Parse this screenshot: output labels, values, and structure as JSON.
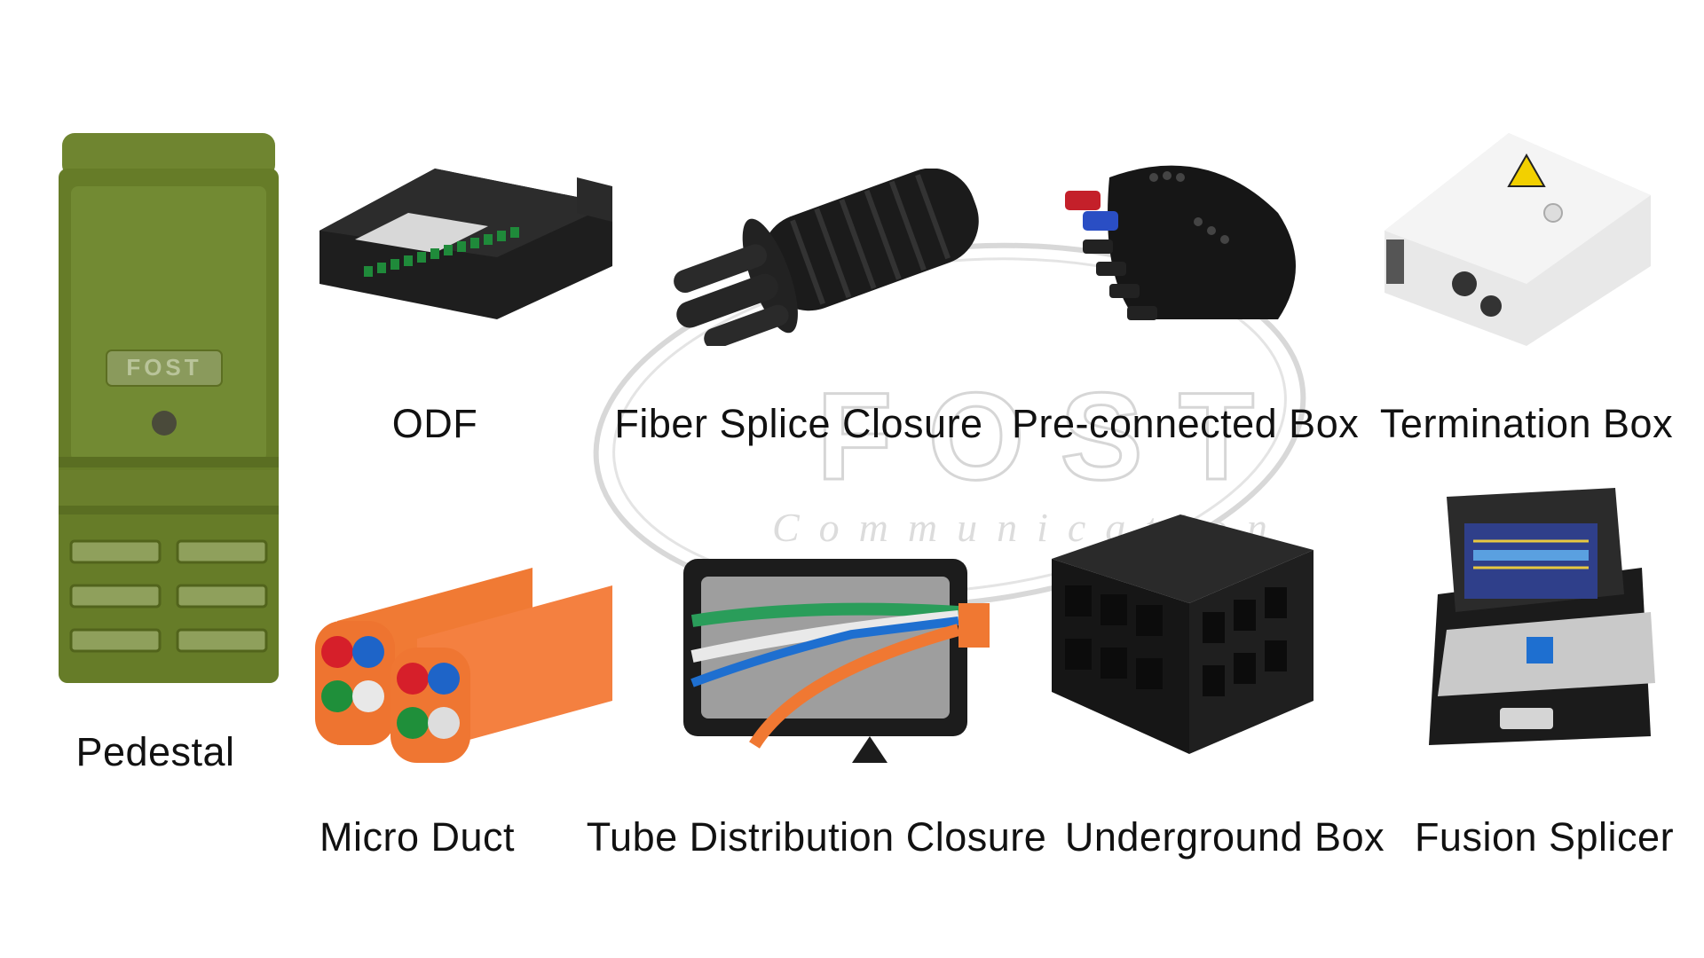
{
  "products": {
    "pedestal": {
      "label": "Pedestal",
      "image_text": "FOST"
    },
    "odf": {
      "label": "ODF"
    },
    "fiber_splice_closure": {
      "label": "Fiber Splice Closure"
    },
    "pre_connected_box": {
      "label": "Pre-connected Box"
    },
    "termination_box": {
      "label": "Termination Box"
    },
    "micro_duct": {
      "label": "Micro Duct"
    },
    "tube_distribution_closure": {
      "label": "Tube Distribution Closure"
    },
    "underground_box": {
      "label": "Underground Box"
    },
    "fusion_splicer": {
      "label": "Fusion Splicer"
    }
  },
  "watermark": {
    "brand": "FOST",
    "subtitle": "Communication",
    "mark": "®"
  },
  "colors": {
    "pedestal_green": "#6b7f2a",
    "duct_orange": "#f07832",
    "product_black": "#1a1a1a",
    "terminal_white": "#eeeeee"
  }
}
